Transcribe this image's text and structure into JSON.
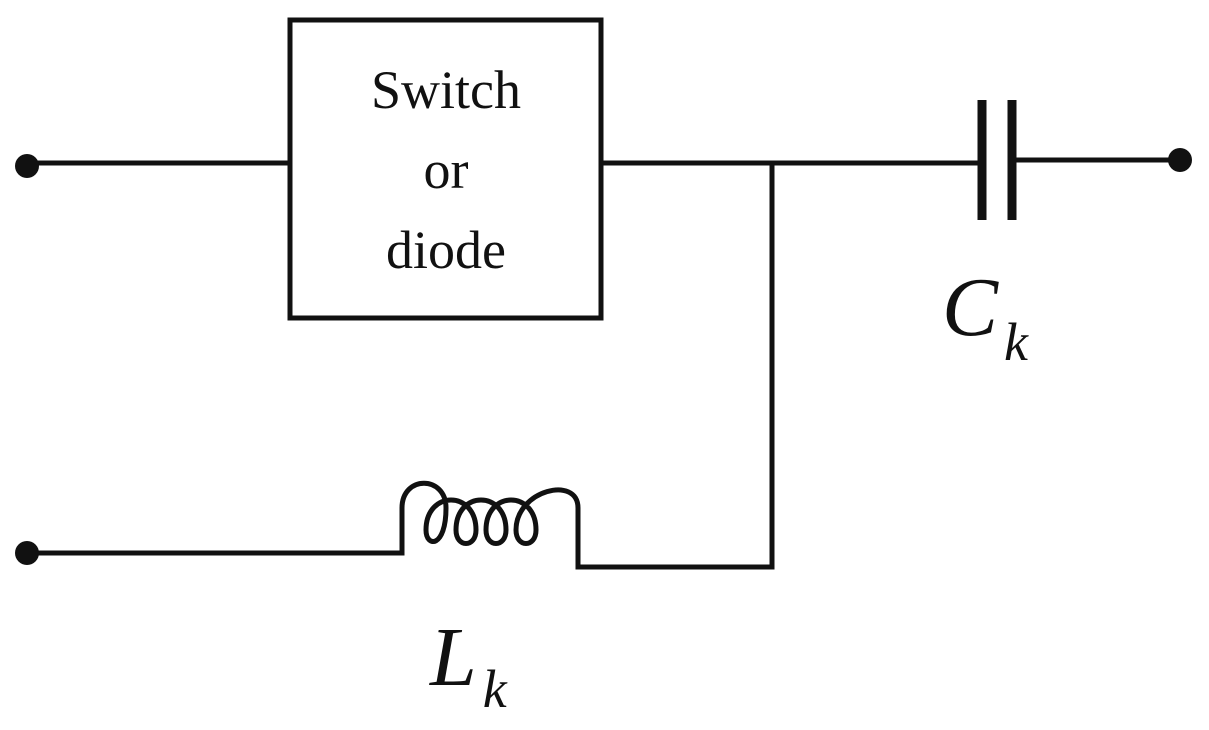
{
  "switch_block": {
    "line1": "Switch",
    "line2": "or",
    "line3": "diode"
  },
  "capacitor": {
    "symbol": "C",
    "subscript": "k"
  },
  "inductor": {
    "symbol": "L",
    "subscript": "k"
  }
}
